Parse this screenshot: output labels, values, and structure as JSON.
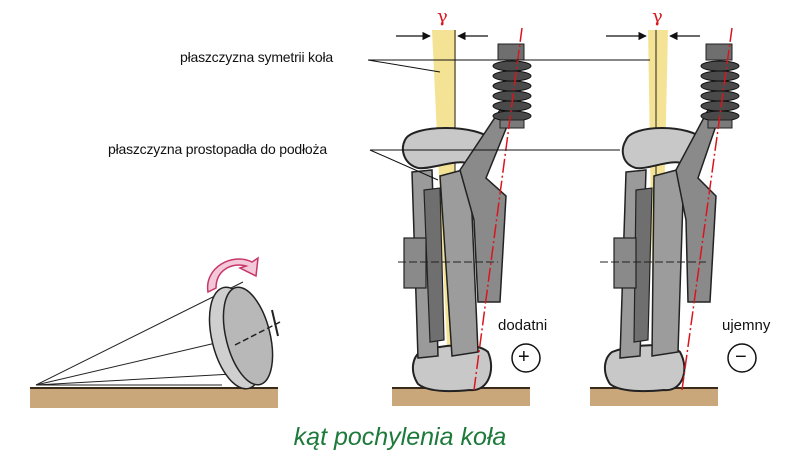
{
  "labels": {
    "symmetry_plane": "płaszczyzna symetrii koła",
    "perpendicular_plane": "płaszczyzna prostopadła do podłoża"
  },
  "gamma_left": "γ",
  "gamma_right": "γ",
  "positive": {
    "label": "dodatni",
    "symbol": "+"
  },
  "negative": {
    "label": "ujemny",
    "symbol": "−"
  },
  "caption": "kąt pochylenia koła",
  "colors": {
    "ground": "#c9a77a",
    "ground_line": "#3a2a1a",
    "axis_red": "#d8161e",
    "plane_yellow": "#f4e08a",
    "tire": "#c8c8c8",
    "metal": "#8a8a8a",
    "caption": "#1d7a3a"
  }
}
